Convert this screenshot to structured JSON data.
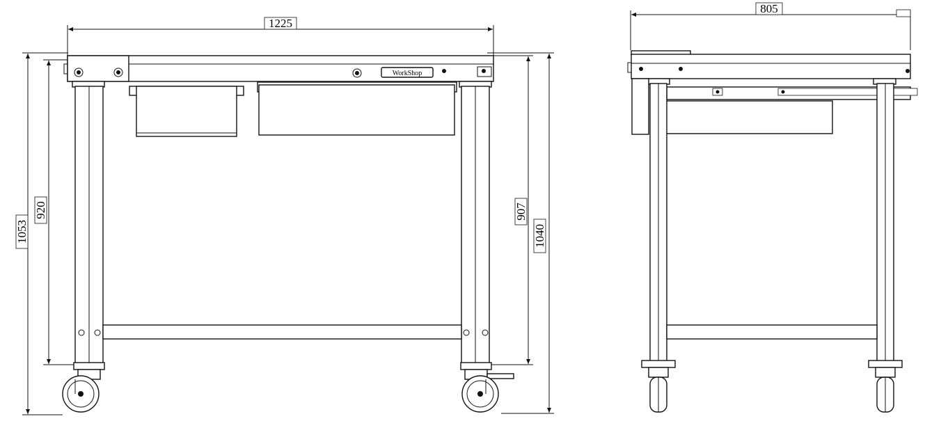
{
  "front_view": {
    "width_label": "1225",
    "height_outer_label": "1053",
    "height_inner_label": "920",
    "right_inner_label": "907",
    "right_outer_label": "1040",
    "logo_text": "WorkShop"
  },
  "side_view": {
    "depth_label": "805"
  }
}
